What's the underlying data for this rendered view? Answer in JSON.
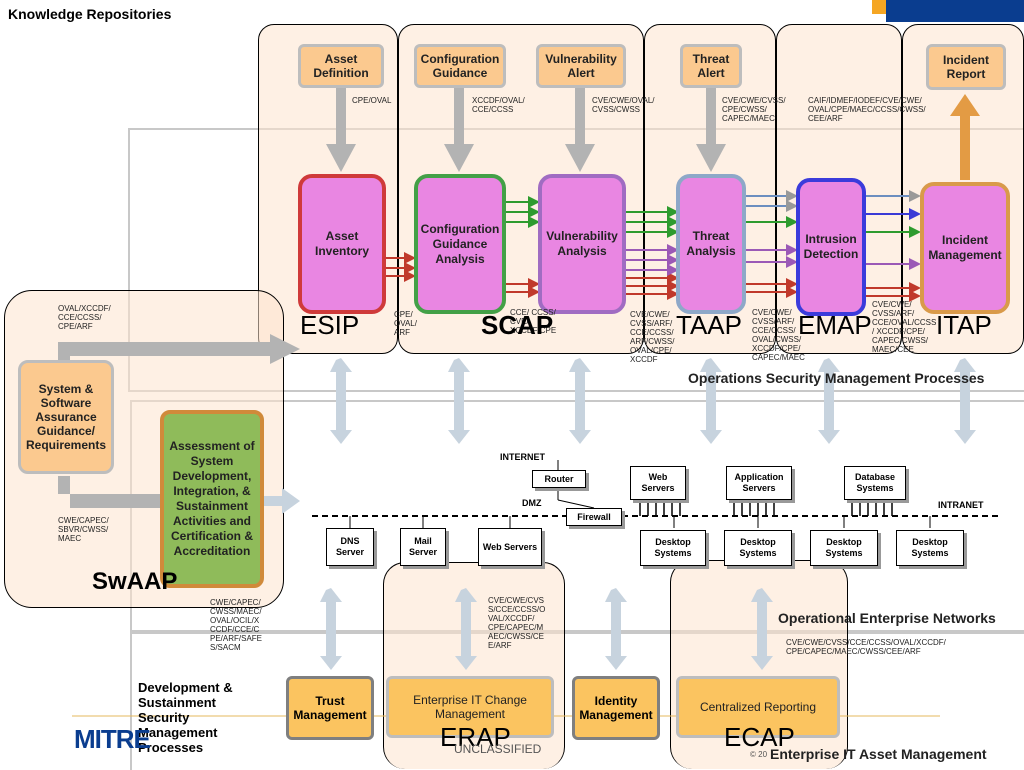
{
  "title": "Knowledge Repositories",
  "sources": {
    "asset_definition": "Asset Definition",
    "configuration_guidance": "Configuration Guidance",
    "vulnerability_alert": "Vulnerability Alert",
    "threat_alert": "Threat Alert",
    "incident_report": "Incident Report"
  },
  "source_tags": {
    "asset": "CPE/OVAL",
    "config": "XCCDF/OVAL/ CCE/CCSS",
    "vuln": "CVE/CWE/OVAL/ CVSS/CWSS",
    "threat": "CVE/CWE/CVSS/ CPE/CWSS/ CAPEC/MAEC",
    "incident": "CAIF/IDMEF/IODEF/CVE/CWE/ OVAL/CPE/MAEC/CCSS/CWSS/ CEE/ARF"
  },
  "capabilities": {
    "asset_inventory": "Asset Inventory",
    "config_analysis": "Configuration Guidance Analysis",
    "vuln_analysis": "Vulnerability Analysis",
    "threat_analysis": "Threat Analysis",
    "intrusion_detection": "Intrusion Detection",
    "incident_management": "Incident Management"
  },
  "capability_tags": {
    "esip": "CPE/ OVAL/ ARF",
    "scap": "CCE/ CCSS/ CVE/ XCCDF/CPE",
    "taap_left": "CVE/CWE/ CVSS/ARF/ CCE/CCSS/ ARF/CWSS/ OVAL/CPE/ XCCDF",
    "emap_left": "CVE/CWE/ CVSS/ARF/ CCE/CCSS/ OVAL/CWSS/ XCCDF/CPE/ CAPEC/MAEC",
    "itap_left": "CVE/CWE/ CVSS/ARF/ CCE/OVAL/CCSS / XCCDF/CPE/ CAPEC/CWSS/ MAEC/CEE"
  },
  "approaches": {
    "esip": "ESIP",
    "scap": "SCAP",
    "taap": "TAAP",
    "emap": "EMAP",
    "itap": "ITAP",
    "swaap": "SwAAP",
    "erap": "ERAP",
    "ecap": "ECAP"
  },
  "layers": {
    "operations": "Operations Security Management Processes",
    "networks": "Operational Enterprise Networks",
    "asset_mgmt": "Enterprise IT Asset Management",
    "dev_sustainment": "Development & Sustainment Security Management Processes"
  },
  "swa": {
    "guidance": "System & Software Assurance Guidance/ Requirements",
    "assessment": "Assessment of System Development, Integration, & Sustainment Activities and Certification & Accreditation",
    "tag_top": "OVAL/XCCDF/ CCE/CCSS/ CPE/ARF",
    "tag_left": "CWE/CAPEC/ SBVR/CWSS/ MAEC",
    "tag_bottom": "CWE/CAPEC/ CWSS/MAEC/ OVAL/OCIL/X CCDF/CCE/C PE/ARF/SAFE S/SACM"
  },
  "network": {
    "internet": "INTERNET",
    "router": "Router",
    "dmz": "DMZ",
    "firewall": "Firewall",
    "intranet": "INTRANET",
    "web_servers_top": "Web Servers",
    "app_servers": "Application Servers",
    "db_systems": "Database Systems",
    "dns": "DNS Server",
    "mail": "Mail Server",
    "web_servers_bottom": "Web Servers",
    "desktop": "Desktop Systems"
  },
  "bottom": {
    "trust": "Trust Management",
    "change": "Enterprise IT Change Management",
    "identity": "Identity Management",
    "reporting": "Centralized Reporting",
    "erap_tag": "CVE/CWE/CVS S/CCE/CCSS/O VAL/XCCDF/ CPE/CAPEC/M AEC/CWSS/CE E/ARF",
    "ecap_tag": "CVE/CWE/CVSS/CCE/CCSS/OVAL/XCCDF/ CPE/CAPEC/MAEC/CWSS/CEE/ARF"
  },
  "footer": {
    "logo": "MITRE",
    "classification": "UNCLASSIFIED",
    "copyright": "© 20"
  },
  "colors": {
    "panel_fill": "#fde3cd",
    "capability_fill": "#e986e2",
    "source_fill": "#fbc98f",
    "bottom_fill": "#fbc460",
    "mitre_blue": "#0a3d8f",
    "accent_orange": "#f5a623"
  }
}
